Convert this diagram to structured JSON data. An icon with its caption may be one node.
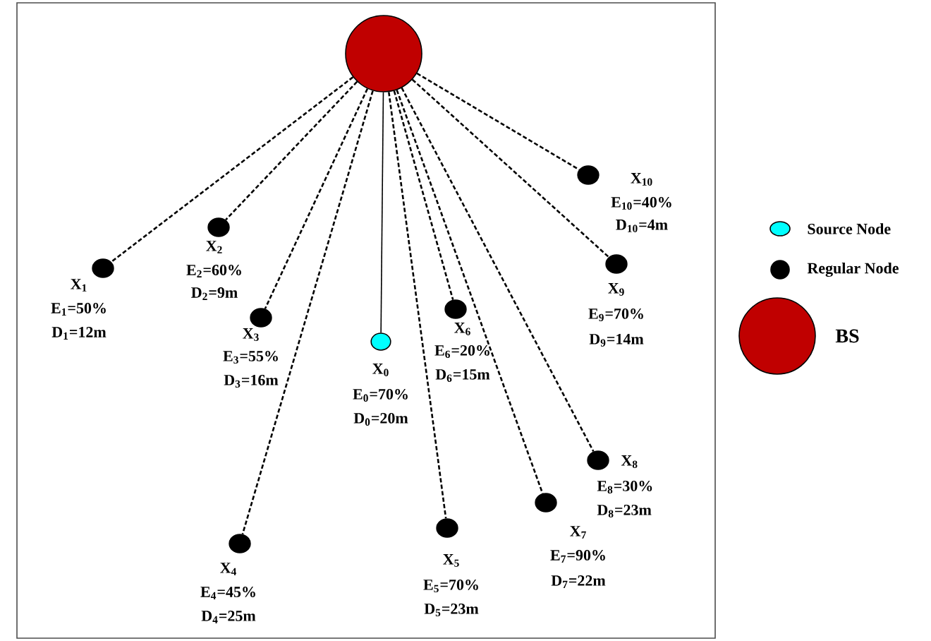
{
  "diagram": {
    "nodes": [
      {
        "text": [],
        "shape": "circle"
      },
      {
        "text": [],
        "shape": "circle",
        "beside": [
          "X$_{0}$",
          "E$_{0}$=70%",
          "D$_{0}$=20m"
        ]
      },
      {
        "text": [],
        "shape": "circle",
        "beside": [
          "X$_{1}$",
          "E$_{1}$=50%",
          "D$_{1}$=12m"
        ]
      },
      {
        "text": [],
        "shape": "circle",
        "beside": [
          "X$_{2}$",
          "E$_{2}$=60%",
          "D$_{2}$=9m"
        ]
      },
      {
        "text": [],
        "shape": "circle",
        "beside": [
          "X$_{3}$",
          "E$_{3}$=55%",
          "D$_{3}$=16m"
        ]
      },
      {
        "text": [],
        "shape": "circle",
        "beside": [
          "X$_{4}$",
          "E$_{4}$=45%",
          "D$_{4}$=25m"
        ]
      },
      {
        "text": [],
        "shape": "circle",
        "beside": [
          "X$_{5}$",
          "E$_{5}$=70%",
          "D$_{5}$=23m"
        ]
      },
      {
        "text": [],
        "shape": "circle",
        "beside": [
          "X$_{6}$",
          "E$_{6}$=20%",
          "D$_{6}$=15m"
        ]
      },
      {
        "text": [],
        "shape": "circle",
        "beside": [
          "X$_{7}$",
          "E$_{7}$=90%",
          "D$_{7}$=22m"
        ]
      },
      {
        "text": [],
        "shape": "circle",
        "beside": [
          "X$_{8}$",
          "E$_{8}$=30%",
          "D$_{8}$=23m"
        ]
      },
      {
        "text": [],
        "shape": "circle",
        "beside": [
          "X$_{9}$",
          "E$_{9}$=70%",
          "D$_{9}$=14m"
        ]
      },
      {
        "text": [],
        "shape": "circle",
        "beside": [
          "X$_{10}$",
          "E$_{10}$=40%",
          "D$_{10}$=4m"
        ]
      }
    ],
    "edges": [
      {
        "from": 0,
        "to": 1,
        "arrow": "none"
      },
      {
        "from": 0,
        "to": 2,
        "arrow": "none",
        "style": "dashed"
      },
      {
        "from": 0,
        "to": 3,
        "arrow": "none",
        "style": "dashed"
      },
      {
        "from": 0,
        "to": 4,
        "arrow": "none",
        "style": "dashed"
      },
      {
        "from": 0,
        "to": 5,
        "arrow": "none",
        "style": "dashed"
      },
      {
        "from": 0,
        "to": 6,
        "arrow": "none",
        "style": "dashed"
      },
      {
        "from": 0,
        "to": 7,
        "arrow": "none",
        "style": "dashed"
      },
      {
        "from": 0,
        "to": 8,
        "arrow": "none",
        "style": "dashed"
      },
      {
        "from": 0,
        "to": 9,
        "arrow": "none",
        "style": "dashed"
      },
      {
        "from": 0,
        "to": 10,
        "arrow": "none",
        "style": "dashed"
      },
      {
        "from": 0,
        "to": 11,
        "arrow": "none",
        "style": "dashed"
      }
    ],
    "legend": [
      {
        "text": "Source Node",
        "color": "#00ffff"
      },
      {
        "text": "Regular Node",
        "color": "#000000"
      },
      {
        "text": "BS",
        "color": "#c00000"
      }
    ]
  }
}
